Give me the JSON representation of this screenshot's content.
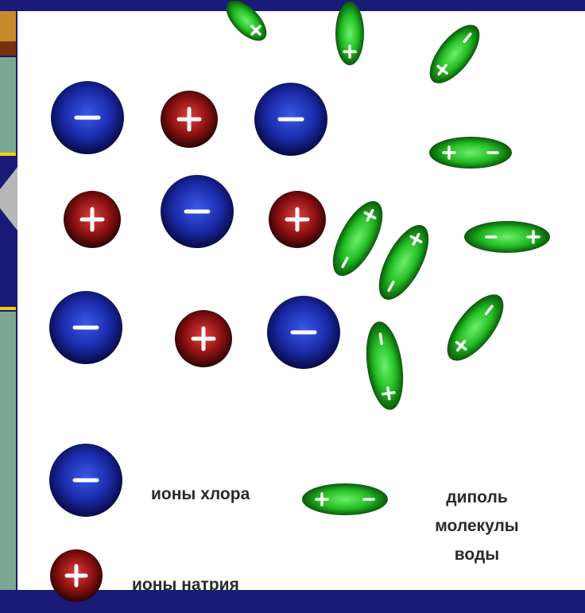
{
  "slide": {
    "background_color": "#1a1a78",
    "accent_colors": [
      "#c98a2a",
      "#f5d000",
      "#7aa890"
    ]
  },
  "diagram": {
    "lattice": [
      {
        "kind": "cl"
      },
      {
        "kind": "na"
      },
      {
        "kind": "cl"
      },
      {
        "kind": "na"
      },
      {
        "kind": "cl"
      },
      {
        "kind": "na"
      },
      {
        "kind": "cl"
      },
      {
        "kind": "na"
      },
      {
        "kind": "cl"
      }
    ],
    "dipoles": [
      {
        "orientation": "tilted",
        "signs": "plus-end"
      },
      {
        "orientation": "vertical",
        "signs": "plus-end"
      },
      {
        "orientation": "tilted",
        "signs": "plus-minus"
      },
      {
        "orientation": "horizontal",
        "signs": "plus-minus"
      },
      {
        "orientation": "tilted",
        "signs": "plus-minus"
      },
      {
        "orientation": "tilted",
        "signs": "plus-minus"
      },
      {
        "orientation": "horizontal",
        "signs": "minus-plus"
      },
      {
        "orientation": "vertical",
        "signs": "minus-plus"
      },
      {
        "orientation": "tilted",
        "signs": "plus-minus"
      }
    ],
    "colors": {
      "chloride": "#1a2aa8",
      "sodium": "#8a1010",
      "water": "#22bb22"
    }
  },
  "legend": {
    "chloride_label": "ионы хлора",
    "sodium_label": "ионы натрия",
    "dipole_line1": "диполь",
    "dipole_line2": "молекулы",
    "dipole_line3": "воды"
  }
}
